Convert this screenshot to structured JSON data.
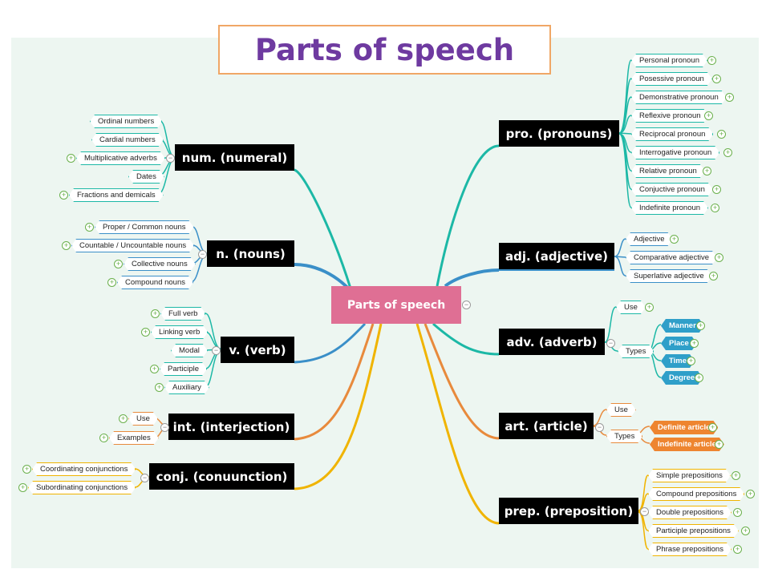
{
  "title": "Parts of speech",
  "center": "Parts of speech",
  "colors": {
    "teal": "#1cb8a6",
    "blue": "#3a8fc8",
    "orange": "#e88a3c",
    "yellow": "#f0b400",
    "title_text": "#6e3aa0",
    "center_bg": "#df6f94"
  },
  "left": {
    "numeral": {
      "label": "num. (numeral)",
      "items": [
        "Ordinal numbers",
        "Cardial numbers",
        "Multiplicative adverbs",
        "Dates",
        "Fractions and demicals"
      ]
    },
    "nouns": {
      "label": "n. (nouns)",
      "items": [
        "Proper / Common nouns",
        "Countable / Uncountable nouns",
        "Collective nouns",
        "Compound nouns"
      ]
    },
    "verb": {
      "label": "v. (verb)",
      "items": [
        "Full verb",
        "Linking verb",
        "Modal",
        "Participle",
        "Auxiliary"
      ]
    },
    "interjection": {
      "label": "int. (interjection)",
      "items": [
        "Use",
        "Examples"
      ]
    },
    "conjunction": {
      "label": "conj. (conuunction)",
      "items": [
        "Coordinating conjunctions",
        "Subordinating conjunctions"
      ]
    }
  },
  "right": {
    "pronouns": {
      "label": "pro. (pronouns)",
      "items": [
        "Personal pronoun",
        "Posessive pronoun",
        "Demonstrative pronoun",
        "Reflexive pronoun",
        "Reciprocal pronoun",
        "Interrogative pronoun",
        "Relative pronoun",
        "Conjuctive pronoun",
        "Indefinite pronoun"
      ]
    },
    "adjective": {
      "label": "adj. (adjective)",
      "items": [
        "Adjective",
        "Comparative adjective",
        "Superlative adjective"
      ]
    },
    "adverb": {
      "label": "adv. (adverb)",
      "use": "Use",
      "types": "Types",
      "type_items": [
        "Manner",
        "Place",
        "Time",
        "Degree"
      ]
    },
    "article": {
      "label": "art. (article)",
      "use": "Use",
      "types": "Types",
      "type_items": [
        "Definite article",
        "Indefinite article"
      ]
    },
    "preposition": {
      "label": "prep. (preposition)",
      "items": [
        "Simple prepositions",
        "Compound prepositions",
        "Double prepositions",
        "Participle prepositions",
        "Phrase prepositions"
      ]
    }
  }
}
